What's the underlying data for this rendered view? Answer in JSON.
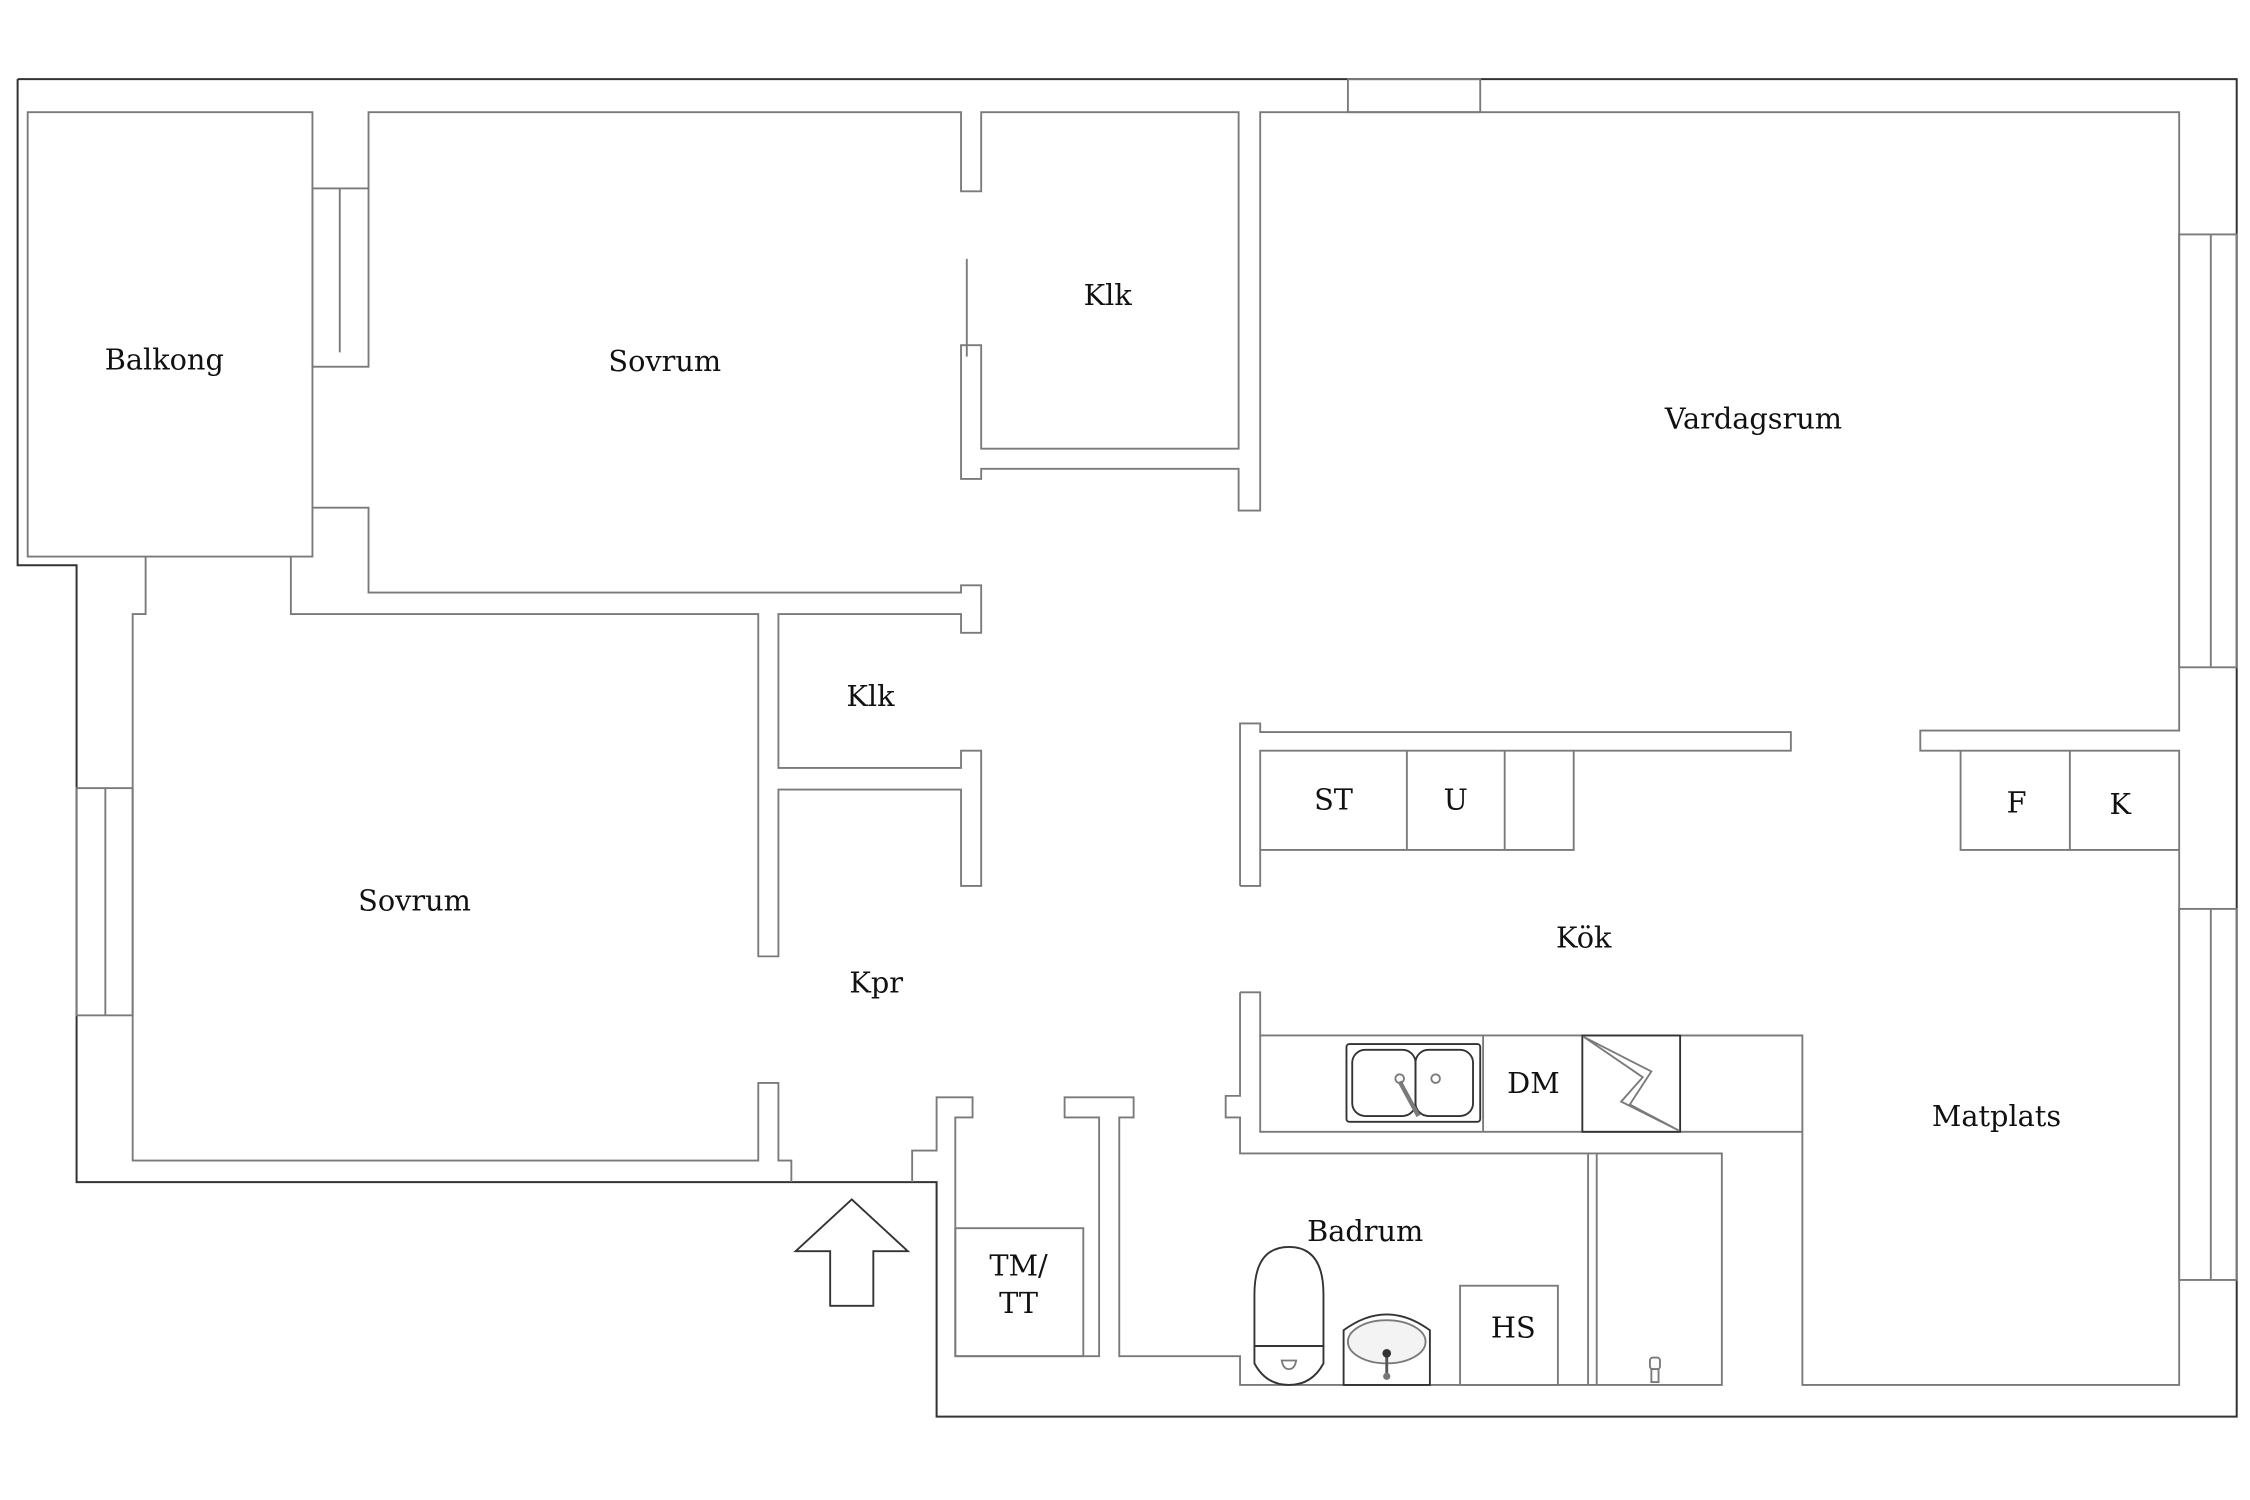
{
  "rooms": {
    "balkong": "Balkong",
    "sovrum_top": "Sovrum",
    "klk_top": "Klk",
    "vardagsrum": "Vardagsrum",
    "klk_mid": "Klk",
    "sovrum_bottom": "Sovrum",
    "kpr": "Kpr",
    "kok": "Kök",
    "matplats": "Matplats",
    "badrum": "Badrum"
  },
  "fixtures": {
    "st": "ST",
    "u": "U",
    "f": "F",
    "k": "K",
    "dm": "DM",
    "hs": "HS",
    "tm_line1": "TM/",
    "tm_line2": "TT"
  }
}
